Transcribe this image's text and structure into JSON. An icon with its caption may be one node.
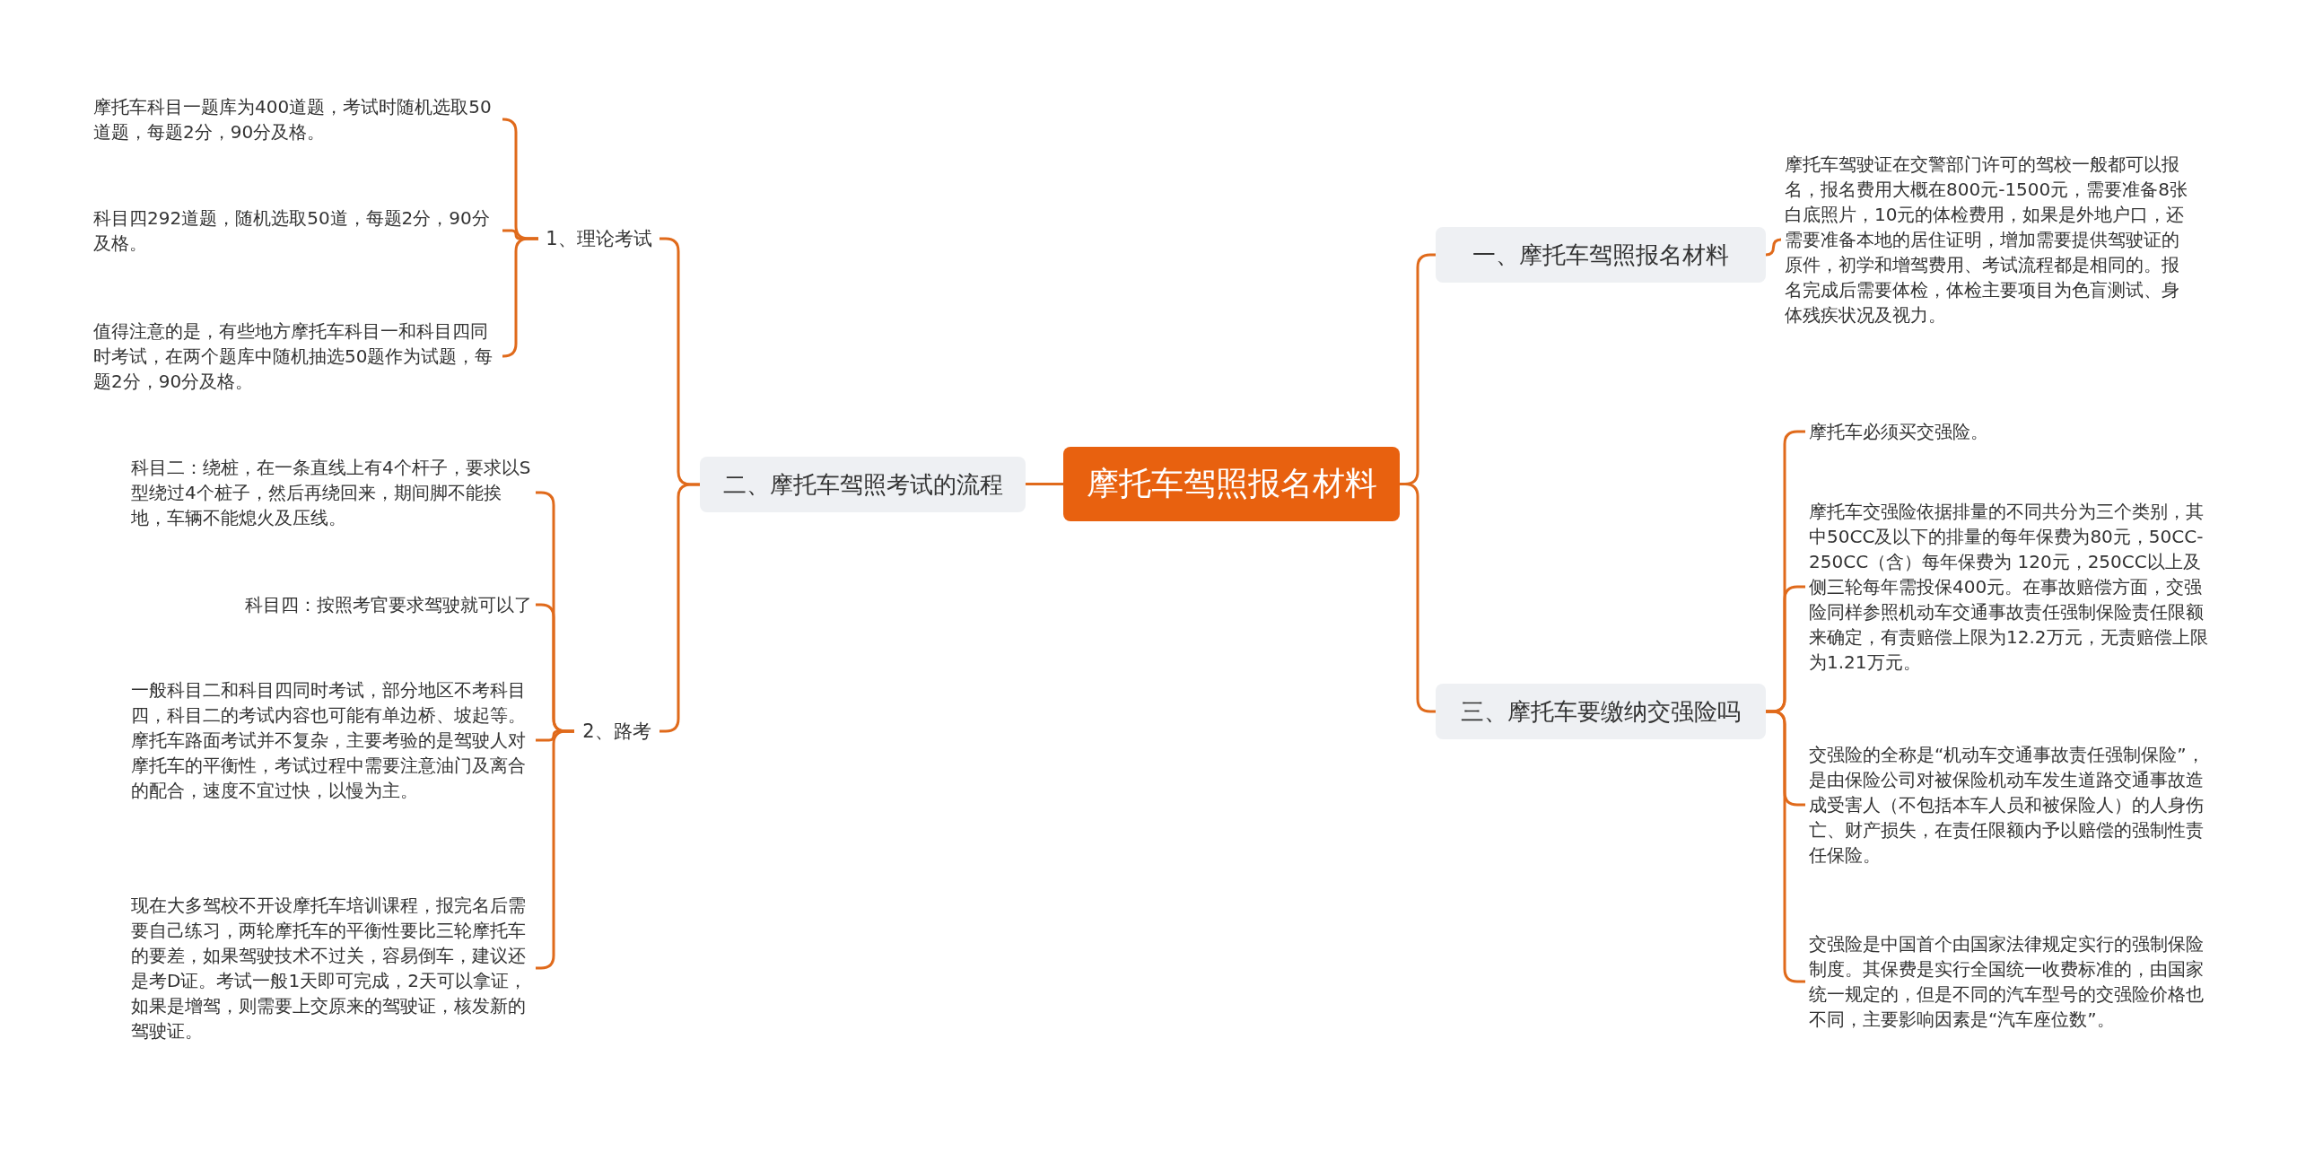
{
  "diagram": {
    "nodes": [
      {
        "text": [
          "摩托车驾照报名材料"
        ]
      },
      {
        "text": [
          "一、摩托车驾照报名材料"
        ]
      },
      {
        "text": [
          "摩托车驾驶证在交警部门许可的驾校一般都可以报名，报名费用大概在800元-1500元，需要准备8张白底照片，10元的体检费用，如果是外地户口，还需要准备本地的居住证明，增加需要提供驾驶证的原件，初学和增驾费用、考试流程都是相同的。报名完成后需要体检，体检主要项目为色盲测试、身体残疾状况及视力。"
        ]
      },
      {
        "text": [
          "二、摩托车驾照考试的流程"
        ]
      },
      {
        "text": [
          "1、理论考试"
        ]
      },
      {
        "text": [
          "摩托车科目一题库为400道题，考试时随机选取50道题，每题2分，90分及格。"
        ]
      },
      {
        "text": [
          "科目四292道题，随机选取50道，每题2分，90分及格。"
        ]
      },
      {
        "text": [
          "值得注意的是，有些地方摩托车科目一和科目四同时考试，在两个题库中随机抽选50题作为试题，每题2分，90分及格。"
        ]
      },
      {
        "text": [
          "2、路考"
        ]
      },
      {
        "text": [
          "科目二：绕桩，在一条直线上有4个杆子，要求以S型绕过4个桩子，然后再绕回来，期间脚不能挨地，车辆不能熄火及压线。"
        ]
      },
      {
        "text": [
          "科目四：按照考官要求驾驶就可以了"
        ]
      },
      {
        "text": [
          "一般科目二和科目四同时考试，部分地区不考科目四，科目二的考试内容也可能有单边桥、坡起等。摩托车路面考试并不复杂，主要考验的是驾驶人对摩托车的平衡性，考试过程中需要注意油门及离合的配合，速度不宜过快，以慢为主。"
        ]
      },
      {
        "text": [
          "现在大多驾校不开设摩托车培训课程，报完名后需要自己练习，两轮摩托车的平衡性要比三轮摩托车的要差，如果驾驶技术不过关，容易倒车，建议还是考D证。考试一般1天即可完成，2天可以拿证，如果是增驾，则需要上交原来的驾驶证，核发新的驾驶证。"
        ]
      },
      {
        "text": [
          "三、摩托车要缴纳交强险吗"
        ]
      },
      {
        "text": [
          "摩托车必须买交强险。"
        ]
      },
      {
        "text": [
          "摩托车交强险依据排量的不同共分为三个类别，其中50CC及以下的排量的每年保费为80元，50CC-250CC（含）每年保费为 120元，250CC以上及侧三轮每年需投保400元。在事故赔偿方面，交强险同样参照机动车交通事故责任强制保险责任限额来确定，有责赔偿上限为12.2万元，无责赔偿上限为1.21万元。"
        ]
      },
      {
        "text": [
          "交强险的全称是“机动车交通事故责任强制保险”，是由保险公司对被保险机动车发生道路交通事故造成受害人（不包括本车人员和被保险人）的人身伤亡、财产损失，在责任限额内予以赔偿的强制性责任保险。"
        ]
      },
      {
        "text": [
          "交强险是中国首个由国家法律规定实行的强制保险制度。其保费是实行全国统一收费标准的，由国家统一规定的，但是不同的汽车型号的交强险价格也不同，主要影响因素是“汽车座位数”。"
        ]
      }
    ],
    "edges": [
      {
        "from": 0,
        "to": 1,
        "arrow": "none"
      },
      {
        "from": 1,
        "to": 2,
        "arrow": "none"
      },
      {
        "from": 0,
        "to": 3,
        "arrow": "none"
      },
      {
        "from": 3,
        "to": 4,
        "arrow": "none"
      },
      {
        "from": 4,
        "to": 5,
        "arrow": "none"
      },
      {
        "from": 4,
        "to": 6,
        "arrow": "none"
      },
      {
        "from": 4,
        "to": 7,
        "arrow": "none"
      },
      {
        "from": 3,
        "to": 8,
        "arrow": "none"
      },
      {
        "from": 8,
        "to": 9,
        "arrow": "none"
      },
      {
        "from": 8,
        "to": 10,
        "arrow": "none"
      },
      {
        "from": 8,
        "to": 11,
        "arrow": "none"
      },
      {
        "from": 8,
        "to": 12,
        "arrow": "none"
      },
      {
        "from": 0,
        "to": 13,
        "arrow": "none"
      },
      {
        "from": 13,
        "to": 14,
        "arrow": "none"
      },
      {
        "from": 13,
        "to": 15,
        "arrow": "none"
      },
      {
        "from": 13,
        "to": 16,
        "arrow": "none"
      },
      {
        "from": 13,
        "to": 17,
        "arrow": "none"
      }
    ]
  }
}
